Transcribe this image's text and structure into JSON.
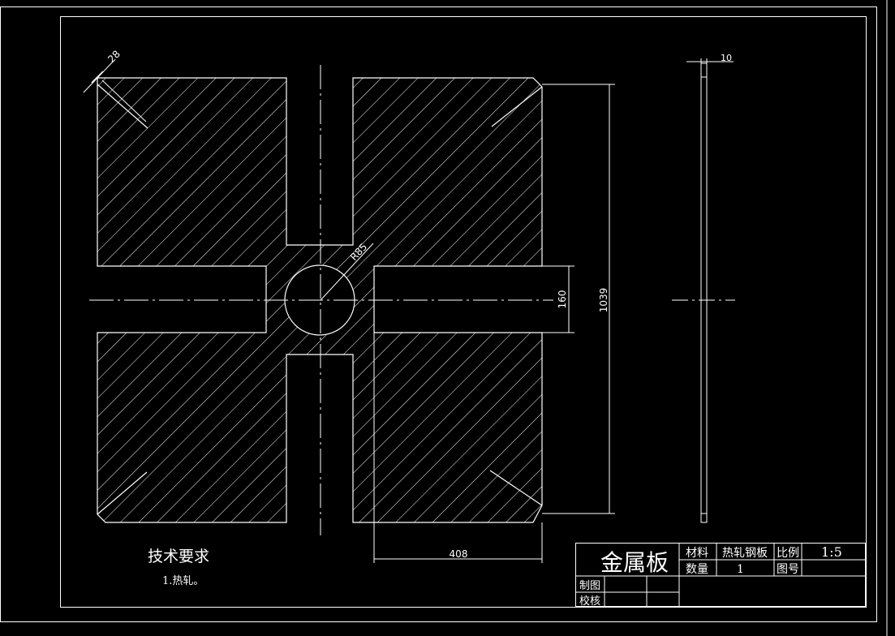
{
  "drawing": {
    "dimensions": {
      "chamfer": "28",
      "thickness": "10",
      "radius": "R85",
      "slot_width": "160",
      "overall_height": "1039",
      "bottom_width": "408"
    },
    "notes": {
      "heading": "技术要求",
      "item1": "1.热轧。"
    }
  },
  "title_block": {
    "part_name": "金属板",
    "material_label": "材料",
    "material_value": "热轧钢板",
    "scale_label": "比例",
    "scale_value": "1:5",
    "quantity_label": "数量",
    "quantity_value": "1",
    "drawing_no_label": "图号",
    "drawn_by_label": "制图",
    "checked_by_label": "校核"
  }
}
